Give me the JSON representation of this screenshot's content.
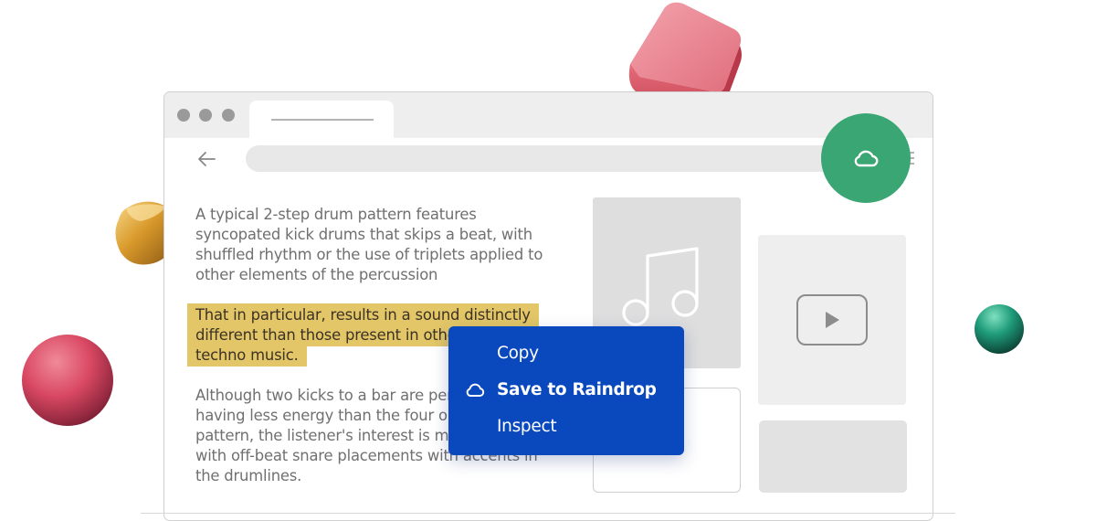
{
  "article": {
    "paragraph1": "A typical 2-step drum pattern features syncopated kick drums that skips a beat, with shuffled rhythm or the use of triplets applied to other elements of the percussion",
    "paragraph2_highlighted": "That in particular, results in a sound distinctly different than those present in other forms of techno music.",
    "paragraph3": "Although two kicks to a bar are perceived as having less energy than the four on the floor pattern, the listener's interest is maintained with off-beat snare placements with accents in the drumlines."
  },
  "context_menu": {
    "items": [
      {
        "label": "Copy"
      },
      {
        "label": "Save to Raindrop",
        "icon": "cloud-icon"
      },
      {
        "label": "Inspect"
      }
    ]
  },
  "icons": {
    "back": "arrow-left-icon",
    "menu": "hamburger-icon",
    "fab": "cloud-icon",
    "music": "music-note-icon",
    "video": "play-button-icon"
  },
  "colors": {
    "context_menu_bg": "#0a48bd",
    "highlight": "#e3c667",
    "fab": "#39a673"
  }
}
